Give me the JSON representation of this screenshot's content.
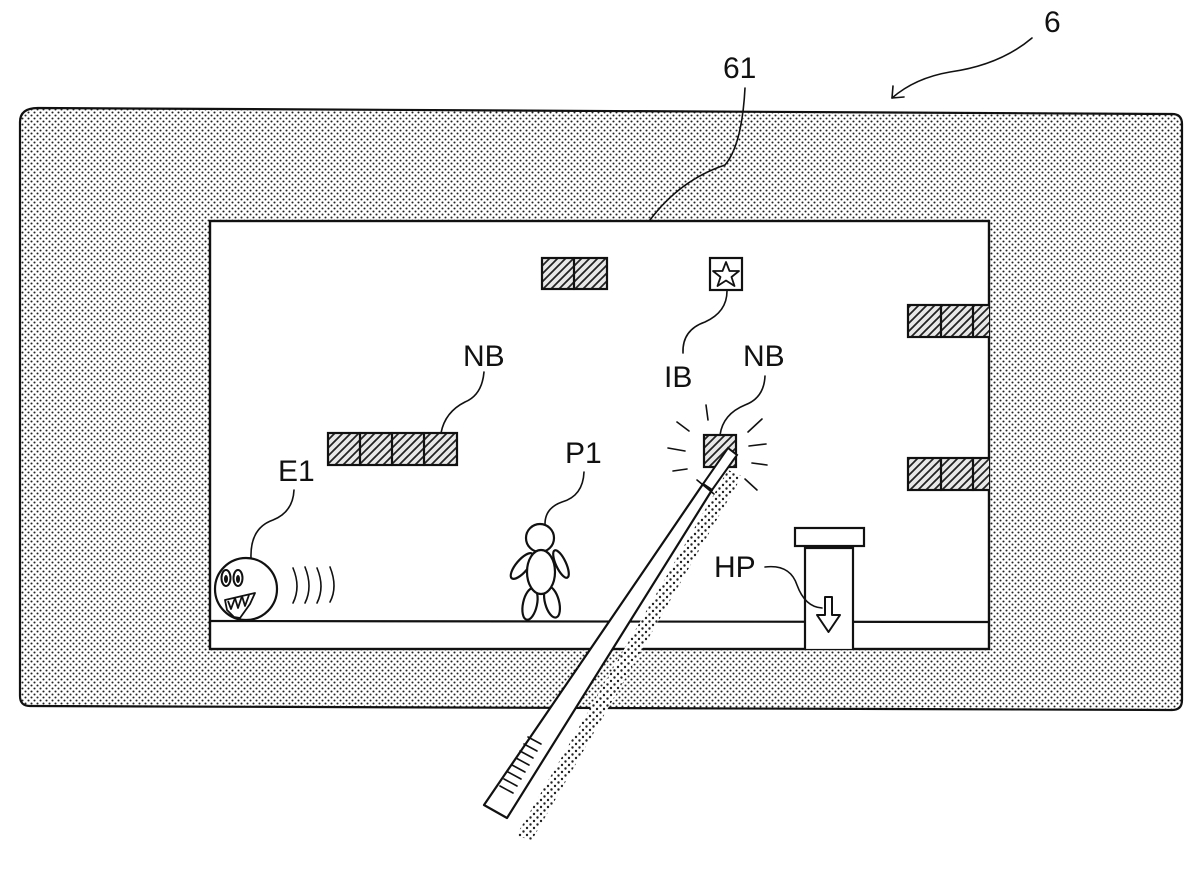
{
  "figure": {
    "device_ref": "6",
    "screen_ref": "61",
    "colors": {
      "ink": "#111111",
      "paper": "#ffffff"
    }
  },
  "labels": {
    "normal_block_left": "NB",
    "normal_block_touched": "NB",
    "item_block": "IB",
    "player": "P1",
    "enemy": "E1",
    "hole_pipe": "HP"
  },
  "scene": {
    "elements": [
      {
        "id": "block-row-top",
        "type": "normal-block",
        "cells": 2
      },
      {
        "id": "item-block",
        "type": "item-block",
        "icon": "star-icon"
      },
      {
        "id": "block-row-left",
        "type": "normal-block",
        "cells": 4
      },
      {
        "id": "block-row-right-upper",
        "type": "normal-block",
        "cells": 3
      },
      {
        "id": "block-row-right-lower",
        "type": "normal-block",
        "cells": 3
      },
      {
        "id": "touched-block",
        "type": "normal-block",
        "cells": 1,
        "state": "touched-glowing"
      },
      {
        "id": "player-character",
        "type": "player"
      },
      {
        "id": "enemy-character",
        "type": "enemy",
        "state": "moving-right"
      },
      {
        "id": "pipe",
        "type": "hole-pipe",
        "icon": "arrow-down-icon"
      },
      {
        "id": "stylus",
        "type": "touch-pen"
      }
    ]
  }
}
